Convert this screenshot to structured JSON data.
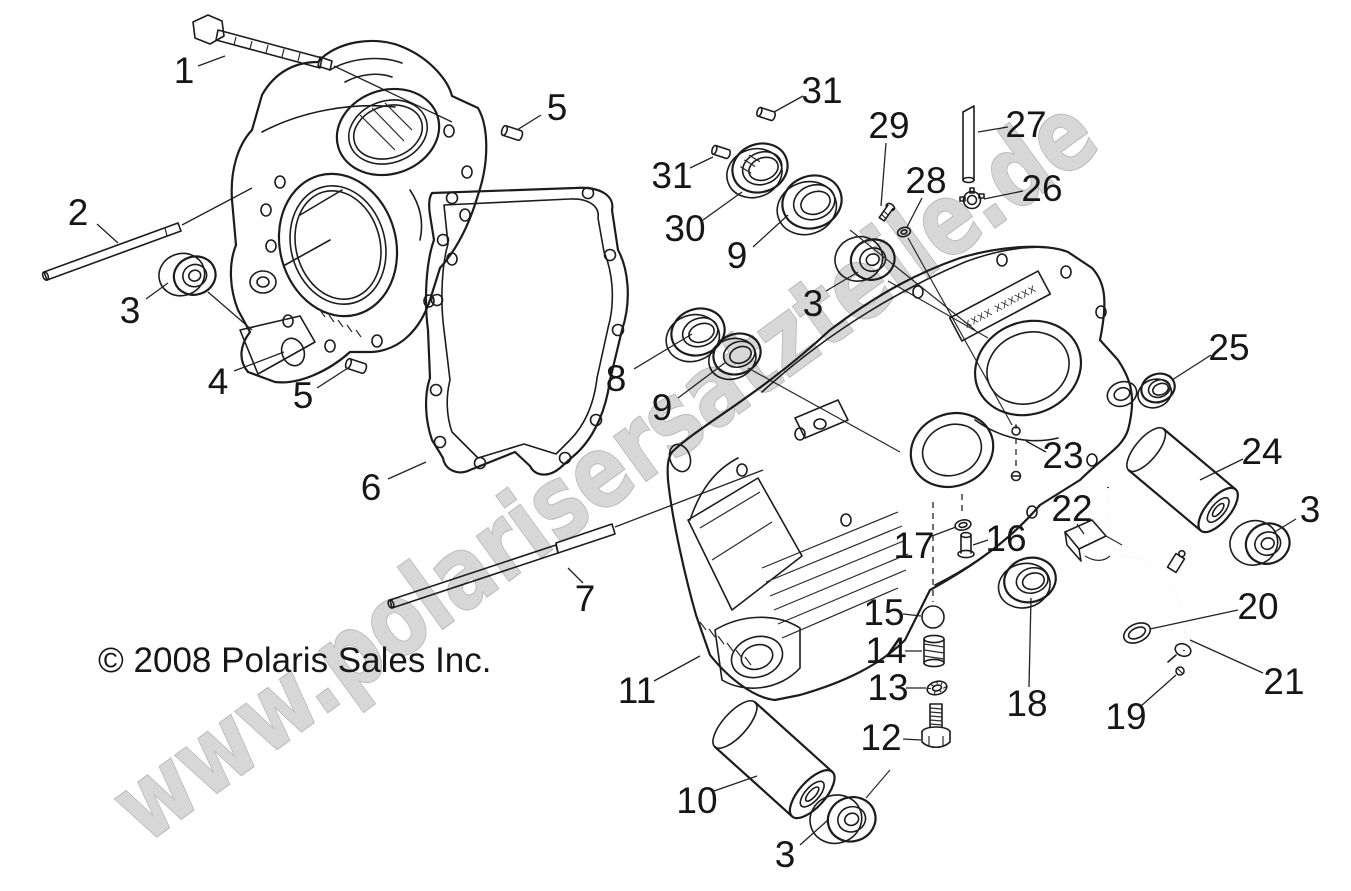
{
  "diagram": {
    "watermark": {
      "text": "www.polarisersatzteile.de"
    },
    "copyright": {
      "text": "© 2008 Polaris Sales Inc."
    },
    "case_sticker": {
      "text": "XXXX XXXXXX"
    },
    "colors": {
      "background": "#ffffff",
      "line": "#1c1c1c",
      "watermark_fill": "#d7d7d7",
      "watermark_outline": "#b9b9b9",
      "label_text": "#161616"
    },
    "callouts": {
      "n1": {
        "label": "1"
      },
      "n2": {
        "label": "2"
      },
      "n3a": {
        "label": "3"
      },
      "n3b": {
        "label": "3"
      },
      "n3c": {
        "label": "3"
      },
      "n3d": {
        "label": "3"
      },
      "n4": {
        "label": "4"
      },
      "n5a": {
        "label": "5"
      },
      "n5b": {
        "label": "5"
      },
      "n6": {
        "label": "6"
      },
      "n7": {
        "label": "7"
      },
      "n8": {
        "label": "8"
      },
      "n9a": {
        "label": "9"
      },
      "n9b": {
        "label": "9"
      },
      "n10": {
        "label": "10"
      },
      "n11": {
        "label": "11"
      },
      "n12": {
        "label": "12"
      },
      "n13": {
        "label": "13"
      },
      "n14": {
        "label": "14"
      },
      "n15": {
        "label": "15"
      },
      "n16": {
        "label": "16"
      },
      "n17": {
        "label": "17"
      },
      "n18": {
        "label": "18"
      },
      "n19": {
        "label": "19"
      },
      "n20": {
        "label": "20"
      },
      "n21": {
        "label": "21"
      },
      "n22": {
        "label": "22"
      },
      "n23": {
        "label": "23"
      },
      "n24": {
        "label": "24"
      },
      "n25": {
        "label": "25"
      },
      "n26": {
        "label": "26"
      },
      "n27": {
        "label": "27"
      },
      "n28": {
        "label": "28"
      },
      "n29": {
        "label": "29"
      },
      "n30": {
        "label": "30"
      },
      "n31a": {
        "label": "31"
      },
      "n31b": {
        "label": "31"
      }
    }
  }
}
